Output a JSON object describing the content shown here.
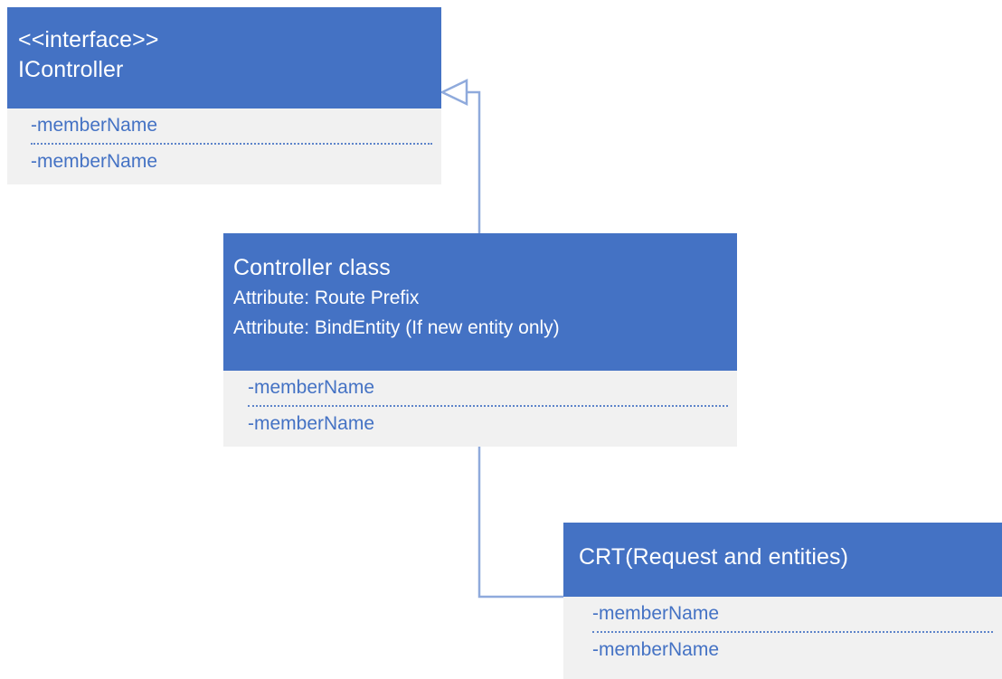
{
  "diagram": {
    "type": "uml-class-diagram",
    "background_color": "#FFFFFF",
    "accent_color": "#4472C4",
    "member_panel_color": "#F1F1F1",
    "connector_color": "#8FAADC",
    "classes": [
      {
        "id": "icontroller",
        "stereotype": "<<interface>>",
        "name": "IController",
        "members": [
          "-memberName",
          "-memberName"
        ]
      },
      {
        "id": "controller",
        "name": "Controller class",
        "attributes": [
          "Attribute: Route Prefix",
          "Attribute: BindEntity (If new entity only)"
        ],
        "members": [
          "-memberName",
          "-memberName"
        ]
      },
      {
        "id": "crt",
        "name": "CRT(Request and entities)",
        "members": [
          "-memberName",
          "-memberName"
        ]
      }
    ],
    "relationships": [
      {
        "id": "realization",
        "kind": "inheritance",
        "from": "Controller class",
        "to": "IController",
        "arrow": "hollow-triangle"
      },
      {
        "id": "association",
        "kind": "association",
        "from": "Controller class",
        "to": "CRT(Request and entities)",
        "arrow": "none"
      }
    ]
  }
}
